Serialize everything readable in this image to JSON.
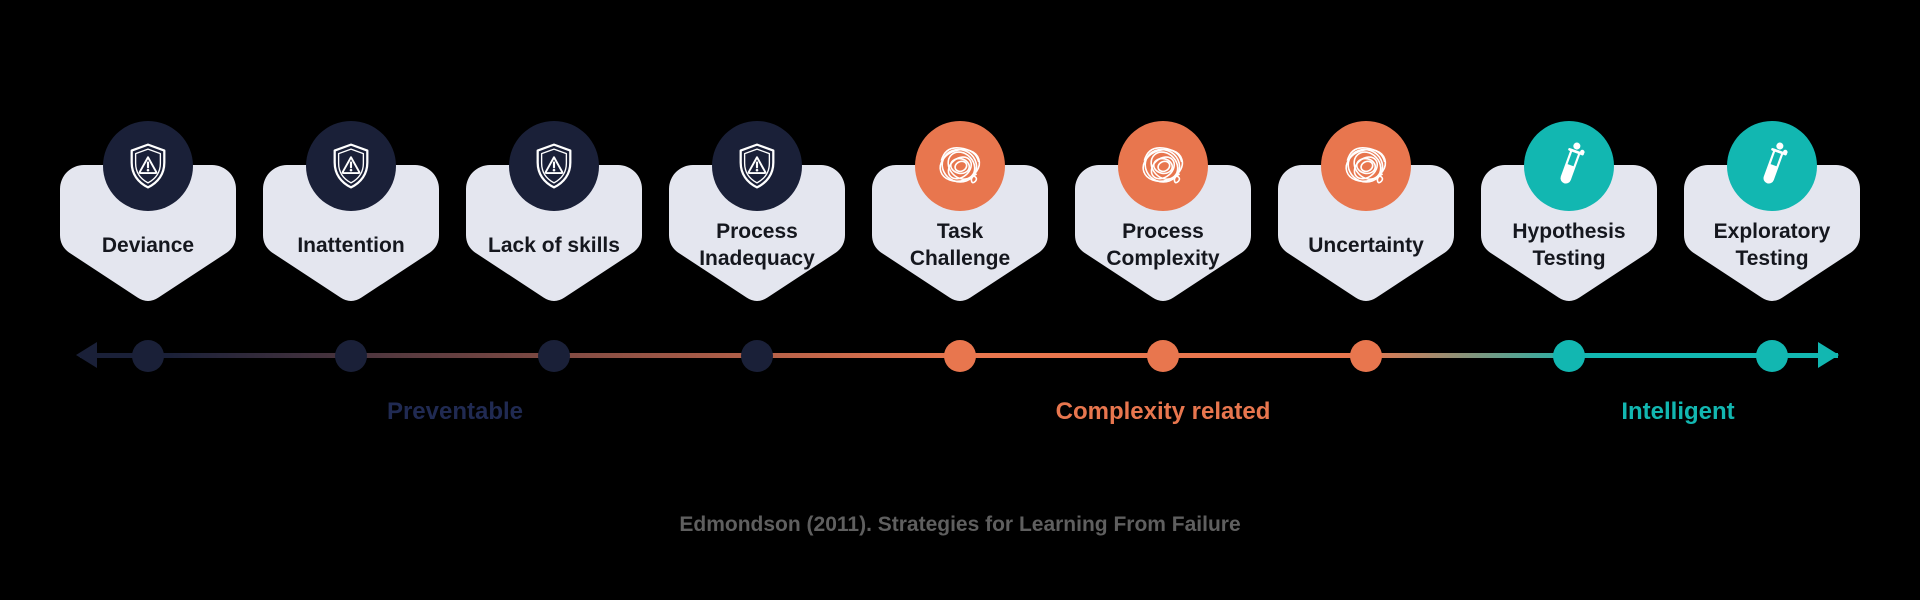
{
  "colors": {
    "navy": "#1A2038",
    "navytext": "#202A52",
    "orange": "#E8764E",
    "teal": "#12B7B1",
    "cardbg": "#E4E6EF"
  },
  "cards": [
    {
      "line1": "Deviance",
      "line2": "",
      "icon": "shield-warning-icon",
      "color": "navy"
    },
    {
      "line1": "Inattention",
      "line2": "",
      "icon": "shield-warning-icon",
      "color": "navy"
    },
    {
      "line1": "Lack of skills",
      "line2": "",
      "icon": "shield-warning-icon",
      "color": "navy"
    },
    {
      "line1": "Process",
      "line2": "Inadequacy",
      "icon": "shield-warning-icon",
      "color": "navy"
    },
    {
      "line1": "Task",
      "line2": "Challenge",
      "icon": "tangle-icon",
      "color": "orange"
    },
    {
      "line1": "Process",
      "line2": "Complexity",
      "icon": "tangle-icon",
      "color": "orange"
    },
    {
      "line1": "Uncertainty",
      "line2": "",
      "icon": "tangle-icon",
      "color": "orange"
    },
    {
      "line1": "Hypothesis",
      "line2": "Testing",
      "icon": "test-tube-icon",
      "color": "teal"
    },
    {
      "line1": "Exploratory",
      "line2": "Testing",
      "icon": "test-tube-icon",
      "color": "teal"
    }
  ],
  "axis": {
    "dots": [
      "navy",
      "navy",
      "navy",
      "navy",
      "orange",
      "orange",
      "orange",
      "teal",
      "teal"
    ],
    "zones": [
      {
        "label": "Preventable"
      },
      {
        "label": "Complexity related"
      },
      {
        "label": "Intelligent"
      }
    ]
  },
  "caption": {
    "text": "Edmondson (2011). Strategies for Learning From Failure"
  }
}
